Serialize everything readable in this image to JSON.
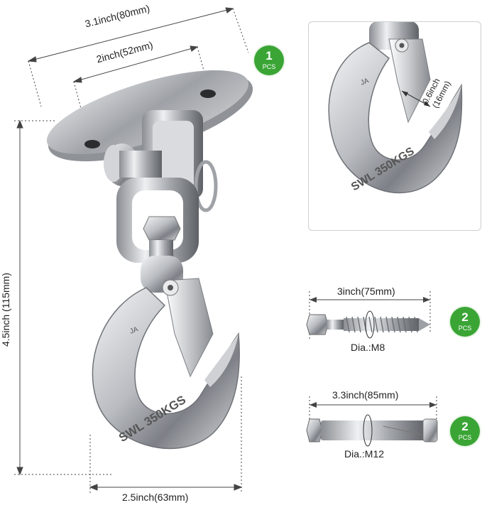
{
  "dimensions": {
    "plate_width": "3.1inch(80mm)",
    "hole_spacing": "2inch(52mm)",
    "total_height": "4.5inch (115mm)",
    "hook_width": "2.5inch(63mm)",
    "hook_opening_line1": "0.6inch",
    "hook_opening_line2": "(16mm)"
  },
  "hook_stamp": "SWL 350KGS",
  "inset_hook_stamp": "SWL 350KGS",
  "stamp_logo": "JA",
  "screw": {
    "length": "3inch(75mm)",
    "diameter": "Dia.:M8"
  },
  "bolt": {
    "length": "3.3inch(85mm)",
    "diameter": "Dia.:M12"
  },
  "badges": {
    "swivel": {
      "count": "1",
      "unit": "PCS"
    },
    "screw": {
      "count": "2",
      "unit": "PCS"
    },
    "bolt": {
      "count": "2",
      "unit": "PCS"
    }
  },
  "colors": {
    "badge_green": "#3aa535",
    "metal_light": "#e6e7e9",
    "metal_dark": "#6d7075"
  }
}
